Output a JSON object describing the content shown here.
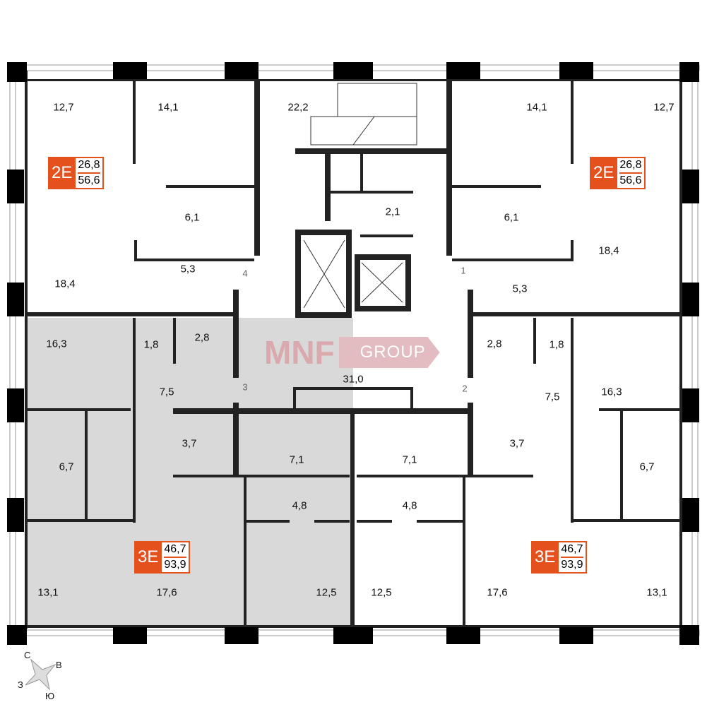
{
  "logo": {
    "brand": "MNF",
    "group": "GROUP",
    "color": "#d9a9ad"
  },
  "apartments": [
    {
      "code": "2E",
      "living_area": "26,8",
      "total_area": "56,6",
      "side": "top-left"
    },
    {
      "code": "2E",
      "living_area": "26,8",
      "total_area": "56,6",
      "side": "top-right"
    },
    {
      "code": "3E",
      "living_area": "46,7",
      "total_area": "93,9",
      "side": "bottom-left"
    },
    {
      "code": "3E",
      "living_area": "46,7",
      "total_area": "93,9",
      "side": "bottom-right"
    }
  ],
  "rooms": [
    "12,7",
    "14,1",
    "22,2",
    "14,1",
    "12,7",
    "6,1",
    "2,1",
    "6,1",
    "18,4",
    "5,3",
    "5,3",
    "18,4",
    "16,3",
    "1,8",
    "2,8",
    "31,0",
    "2,8",
    "1,8",
    "7,5",
    "7,5",
    "16,3",
    "3,7",
    "7,1",
    "7,1",
    "3,7",
    "6,7",
    "6,7",
    "4,8",
    "4,8",
    "13,1",
    "17,6",
    "12,5",
    "12,5",
    "17,6",
    "13,1"
  ],
  "door_numbers": [
    "4",
    "1",
    "3",
    "2"
  ],
  "compass": {
    "n": "С",
    "e": "В",
    "w": "З",
    "s": "Ю"
  },
  "colors": {
    "badge": "#e4511c",
    "highlight": "#d9d9d9",
    "wall": "#111111"
  }
}
